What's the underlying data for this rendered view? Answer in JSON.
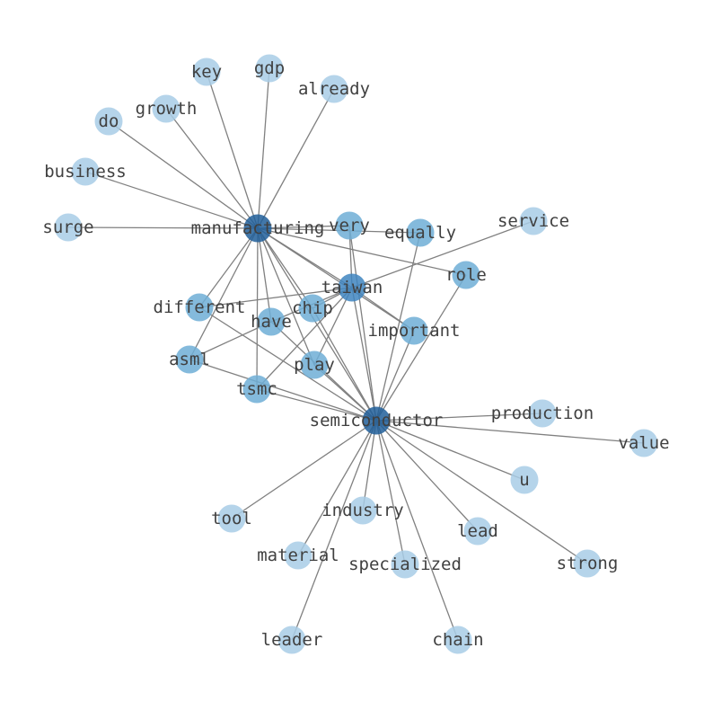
{
  "graph": {
    "nodes": [
      {
        "id": "manufacturing",
        "label": "manufacturing",
        "level": 3
      },
      {
        "id": "semiconductor",
        "label": "semiconductor",
        "level": 3
      },
      {
        "id": "taiwan",
        "label": "taiwan",
        "level": 2
      },
      {
        "id": "very",
        "label": "very",
        "level": 1
      },
      {
        "id": "equally",
        "label": "equally",
        "level": 1
      },
      {
        "id": "different",
        "label": "different",
        "level": 1
      },
      {
        "id": "chip",
        "label": "chip",
        "level": 1
      },
      {
        "id": "have",
        "label": "have",
        "level": 1
      },
      {
        "id": "important",
        "label": "important",
        "level": 1
      },
      {
        "id": "asml",
        "label": "asml",
        "level": 1
      },
      {
        "id": "play",
        "label": "play",
        "level": 1
      },
      {
        "id": "tsmc",
        "label": "tsmc",
        "level": 1
      },
      {
        "id": "role",
        "label": "role",
        "level": 1
      },
      {
        "id": "key",
        "label": "key",
        "level": 0
      },
      {
        "id": "gdp",
        "label": "gdp",
        "level": 0
      },
      {
        "id": "already",
        "label": "already",
        "level": 0
      },
      {
        "id": "growth",
        "label": "growth",
        "level": 0
      },
      {
        "id": "do",
        "label": "do",
        "level": 0
      },
      {
        "id": "business",
        "label": "business",
        "level": 0
      },
      {
        "id": "surge",
        "label": "surge",
        "level": 0
      },
      {
        "id": "service",
        "label": "service",
        "level": 0
      },
      {
        "id": "production",
        "label": "production",
        "level": 0
      },
      {
        "id": "value",
        "label": "value",
        "level": 0
      },
      {
        "id": "u",
        "label": "u",
        "level": 0
      },
      {
        "id": "tool",
        "label": "tool",
        "level": 0
      },
      {
        "id": "industry",
        "label": "industry",
        "level": 0
      },
      {
        "id": "lead",
        "label": "lead",
        "level": 0
      },
      {
        "id": "material",
        "label": "material",
        "level": 0
      },
      {
        "id": "specialized",
        "label": "specialized",
        "level": 0
      },
      {
        "id": "strong",
        "label": "strong",
        "level": 0
      },
      {
        "id": "leader",
        "label": "leader",
        "level": 0
      },
      {
        "id": "chain",
        "label": "chain",
        "level": 0
      }
    ],
    "edges": [
      [
        "manufacturing",
        "key"
      ],
      [
        "manufacturing",
        "gdp"
      ],
      [
        "manufacturing",
        "already"
      ],
      [
        "manufacturing",
        "growth"
      ],
      [
        "manufacturing",
        "do"
      ],
      [
        "manufacturing",
        "business"
      ],
      [
        "manufacturing",
        "surge"
      ],
      [
        "manufacturing",
        "very"
      ],
      [
        "manufacturing",
        "equally"
      ],
      [
        "manufacturing",
        "role"
      ],
      [
        "manufacturing",
        "taiwan"
      ],
      [
        "manufacturing",
        "different"
      ],
      [
        "manufacturing",
        "chip"
      ],
      [
        "manufacturing",
        "have"
      ],
      [
        "manufacturing",
        "asml"
      ],
      [
        "manufacturing",
        "play"
      ],
      [
        "manufacturing",
        "tsmc"
      ],
      [
        "manufacturing",
        "semiconductor"
      ],
      [
        "manufacturing",
        "important"
      ],
      [
        "taiwan",
        "service"
      ],
      [
        "taiwan",
        "different"
      ],
      [
        "taiwan",
        "chip"
      ],
      [
        "taiwan",
        "have"
      ],
      [
        "taiwan",
        "play"
      ],
      [
        "taiwan",
        "tsmc"
      ],
      [
        "taiwan",
        "semiconductor"
      ],
      [
        "taiwan",
        "very"
      ],
      [
        "taiwan",
        "important"
      ],
      [
        "have",
        "asml"
      ],
      [
        "semiconductor",
        "very"
      ],
      [
        "semiconductor",
        "equally"
      ],
      [
        "semiconductor",
        "role"
      ],
      [
        "semiconductor",
        "different"
      ],
      [
        "semiconductor",
        "chip"
      ],
      [
        "semiconductor",
        "have"
      ],
      [
        "semiconductor",
        "important"
      ],
      [
        "semiconductor",
        "asml"
      ],
      [
        "semiconductor",
        "play"
      ],
      [
        "semiconductor",
        "tsmc"
      ],
      [
        "semiconductor",
        "production"
      ],
      [
        "semiconductor",
        "value"
      ],
      [
        "semiconductor",
        "u"
      ],
      [
        "semiconductor",
        "tool"
      ],
      [
        "semiconductor",
        "industry"
      ],
      [
        "semiconductor",
        "lead"
      ],
      [
        "semiconductor",
        "material"
      ],
      [
        "semiconductor",
        "specialized"
      ],
      [
        "semiconductor",
        "strong"
      ],
      [
        "semiconductor",
        "leader"
      ],
      [
        "semiconductor",
        "chain"
      ]
    ],
    "level_colors": {
      "0": "#a8cde6",
      "1": "#6faed6",
      "2": "#3f85c0",
      "3": "#215f9a"
    },
    "edge_color": "#808080",
    "label_color": "#404040"
  }
}
